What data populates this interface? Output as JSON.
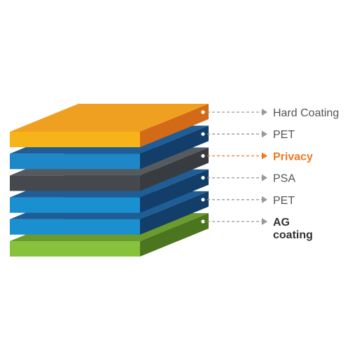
{
  "layers": [
    {
      "label": "Hard Coating",
      "emphasis": "normal",
      "top_color": "#f0a020",
      "front_color": "#f6b418",
      "side_color": "#d36a18"
    },
    {
      "label": "PET",
      "emphasis": "normal",
      "top_color": "#1e5d95",
      "front_color": "#1d87c8",
      "side_color": "#123e69"
    },
    {
      "label": "Privacy",
      "emphasis": "accent",
      "top_color": "#555a5e",
      "front_color": "#45494d",
      "side_color": "#383c40"
    },
    {
      "label": "PSA",
      "emphasis": "normal",
      "top_color": "#1e5d95",
      "front_color": "#1a90d0",
      "side_color": "#123e69"
    },
    {
      "label": "PET",
      "emphasis": "normal",
      "top_color": "#1e5d95",
      "front_color": "#1a90d0",
      "side_color": "#123e69"
    },
    {
      "label": "AG\ncoating",
      "emphasis": "bold",
      "top_color": "#6a9b2c",
      "front_color": "#86c23c",
      "side_color": "#4c7520"
    }
  ],
  "colors": {
    "label_text": "#555555",
    "label_bold": "#333333",
    "accent": "#f07820",
    "connector": "#999999"
  },
  "icons": {
    "connector_marker": "dot",
    "arrowhead": "triangle-arrow-icon"
  }
}
